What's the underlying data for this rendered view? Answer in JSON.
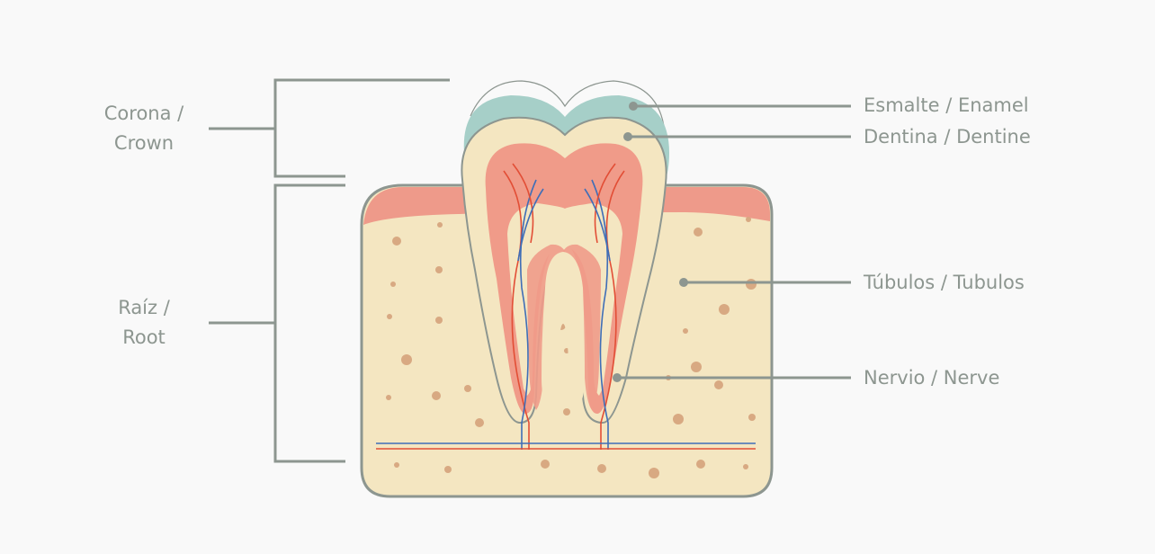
{
  "labels": {
    "crown": [
      "Corona /",
      "Crown"
    ],
    "root": [
      "Raíz /",
      "Root"
    ],
    "enamel": "Esmalte / Enamel",
    "dentine": "Dentina / Dentine",
    "tubules": "Túbulos / Tubulos",
    "nerve": "Nervio / Nerve"
  },
  "colors": {
    "background": "#f9f9f9",
    "leader_line": "#8d9690",
    "label_text": "#8d9690",
    "bone": "#f4e6c1",
    "bone_outline": "#8d9690",
    "gum": "#ee9a8a",
    "enamel": "#a6cfc8",
    "dentine": "#f4e6c1",
    "pulp": "#f09b89",
    "dots": "#d8a982",
    "vein": "#3f6eb7",
    "artery": "#e24e36"
  }
}
